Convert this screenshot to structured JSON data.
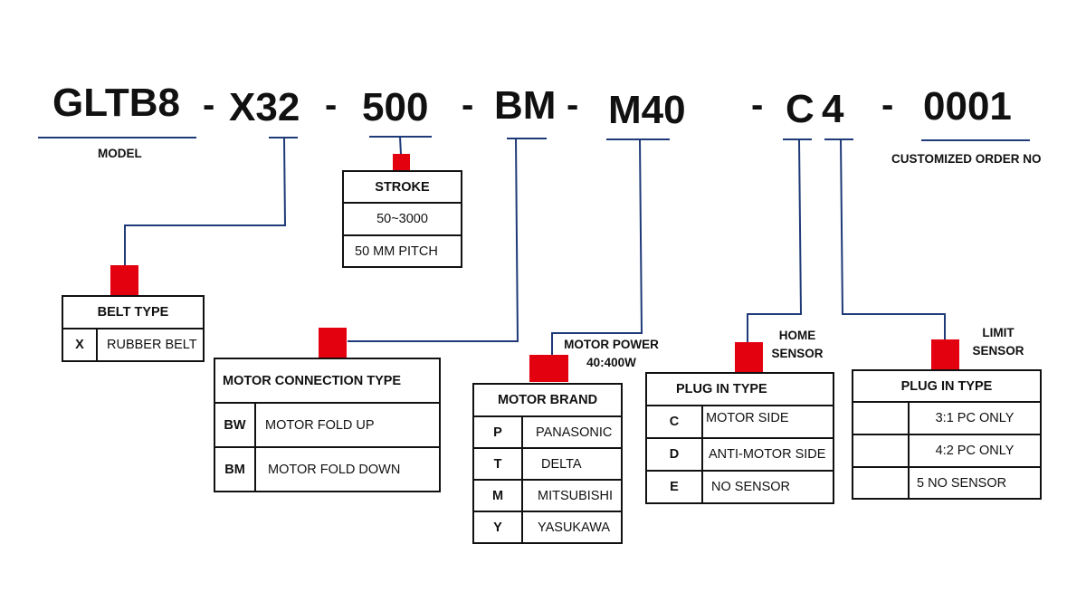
{
  "code_segments": {
    "model": "GLTB8",
    "belt": "X32",
    "stroke": "500",
    "motor_connection": "BM",
    "motor_power": "M40",
    "home_sensor": "C",
    "limit_sensor": "4",
    "order_no": "0001"
  },
  "separator": "-",
  "labels": {
    "model": "MODEL",
    "order_no": "CUSTOMIZED ORDER NO",
    "motor_power_line1": "MOTOR POWER",
    "motor_power_line2": "40:400W",
    "home_sensor_line1": "HOME",
    "home_sensor_line2": "SENSOR",
    "limit_sensor_line1": "LIMIT",
    "limit_sensor_line2": "SENSOR"
  },
  "stroke_table": {
    "title": "STROKE",
    "rows": [
      "50~3000",
      "50 MM PITCH"
    ]
  },
  "belt_table": {
    "title": "BELT TYPE",
    "rows": [
      {
        "code": "X",
        "desc": "RUBBER BELT"
      }
    ]
  },
  "motor_connection_table": {
    "title": "MOTOR CONNECTION TYPE",
    "rows": [
      {
        "code": "BW",
        "desc": "MOTOR FOLD UP"
      },
      {
        "code": "BM",
        "desc": "MOTOR FOLD DOWN"
      }
    ]
  },
  "motor_brand_table": {
    "title": "MOTOR BRAND",
    "rows": [
      {
        "code": "P",
        "desc": "PANASONIC"
      },
      {
        "code": "T",
        "desc": "DELTA"
      },
      {
        "code": "M",
        "desc": "MITSUBISHI"
      },
      {
        "code": "Y",
        "desc": "YASUKAWA"
      }
    ]
  },
  "home_sensor_table": {
    "title": "PLUG IN TYPE",
    "rows": [
      {
        "code": "C",
        "desc": "MOTOR SIDE"
      },
      {
        "code": "D",
        "desc": "ANTI-MOTOR SIDE"
      },
      {
        "code": "E",
        "desc": "NO SENSOR"
      }
    ]
  },
  "limit_sensor_table": {
    "title": "PLUG IN TYPE",
    "rows": [
      {
        "code": "",
        "desc": "3:1 PC ONLY"
      },
      {
        "code": "",
        "desc": "4:2 PC ONLY"
      },
      {
        "code": "",
        "desc": "5 NO SENSOR"
      }
    ]
  },
  "colors": {
    "connector": "#1f3a78",
    "marker": "#e3000f",
    "text": "#111111"
  }
}
